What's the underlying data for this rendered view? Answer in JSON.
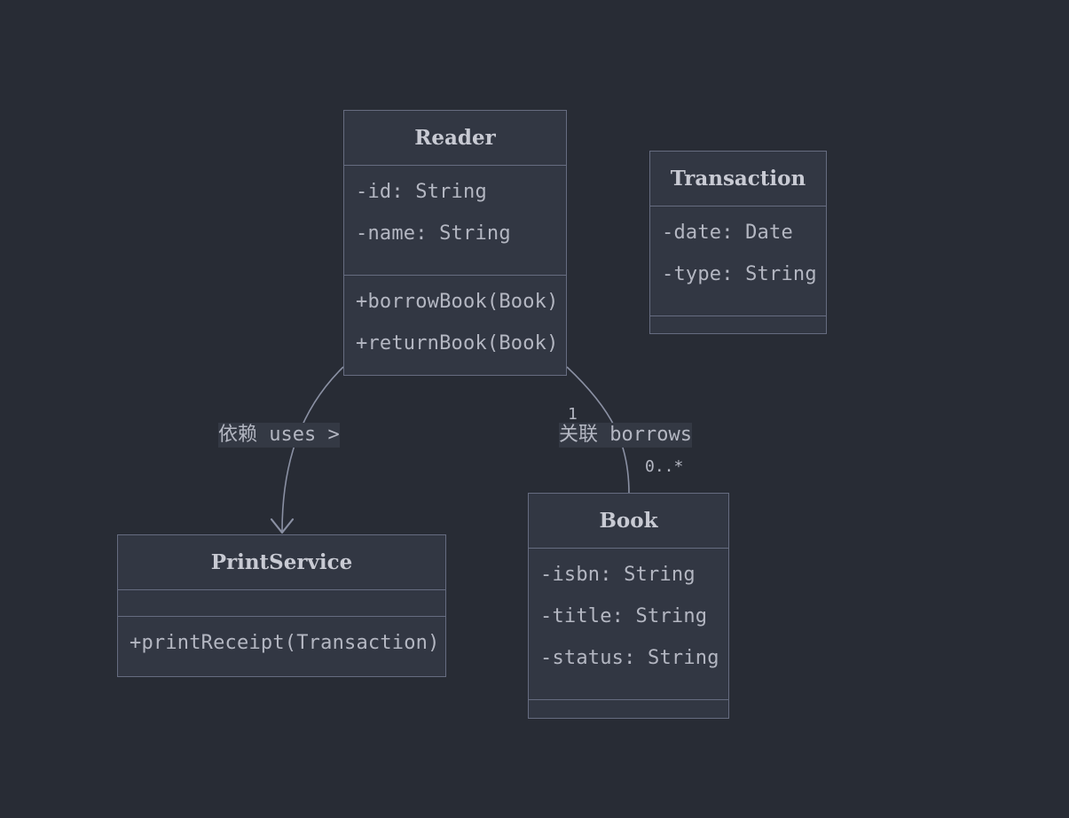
{
  "colors": {
    "background": "#282c35",
    "box_fill": "#323743",
    "box_border": "#666c80",
    "text": "#b4b7c2",
    "title_text": "#c8cad3"
  },
  "classes": {
    "reader": {
      "name": "Reader",
      "attributes": [
        "-id: String",
        "-name: String"
      ],
      "methods": [
        "+borrowBook(Book)",
        "+returnBook(Book)"
      ]
    },
    "transaction": {
      "name": "Transaction",
      "attributes": [
        "-date: Date",
        "-type: String"
      ],
      "methods": []
    },
    "print_service": {
      "name": "PrintService",
      "attributes": [],
      "methods": [
        "+printReceipt(Transaction)"
      ]
    },
    "book": {
      "name": "Book",
      "attributes": [
        "-isbn: String",
        "-title: String",
        "-status: String"
      ],
      "methods": []
    }
  },
  "relationships": {
    "dependency": {
      "from": "Reader",
      "to": "PrintService",
      "label": "依赖 uses >"
    },
    "association": {
      "from": "Reader",
      "to": "Book",
      "label": "关联 borrows",
      "from_multiplicity": "1",
      "to_multiplicity": "0..*"
    }
  }
}
